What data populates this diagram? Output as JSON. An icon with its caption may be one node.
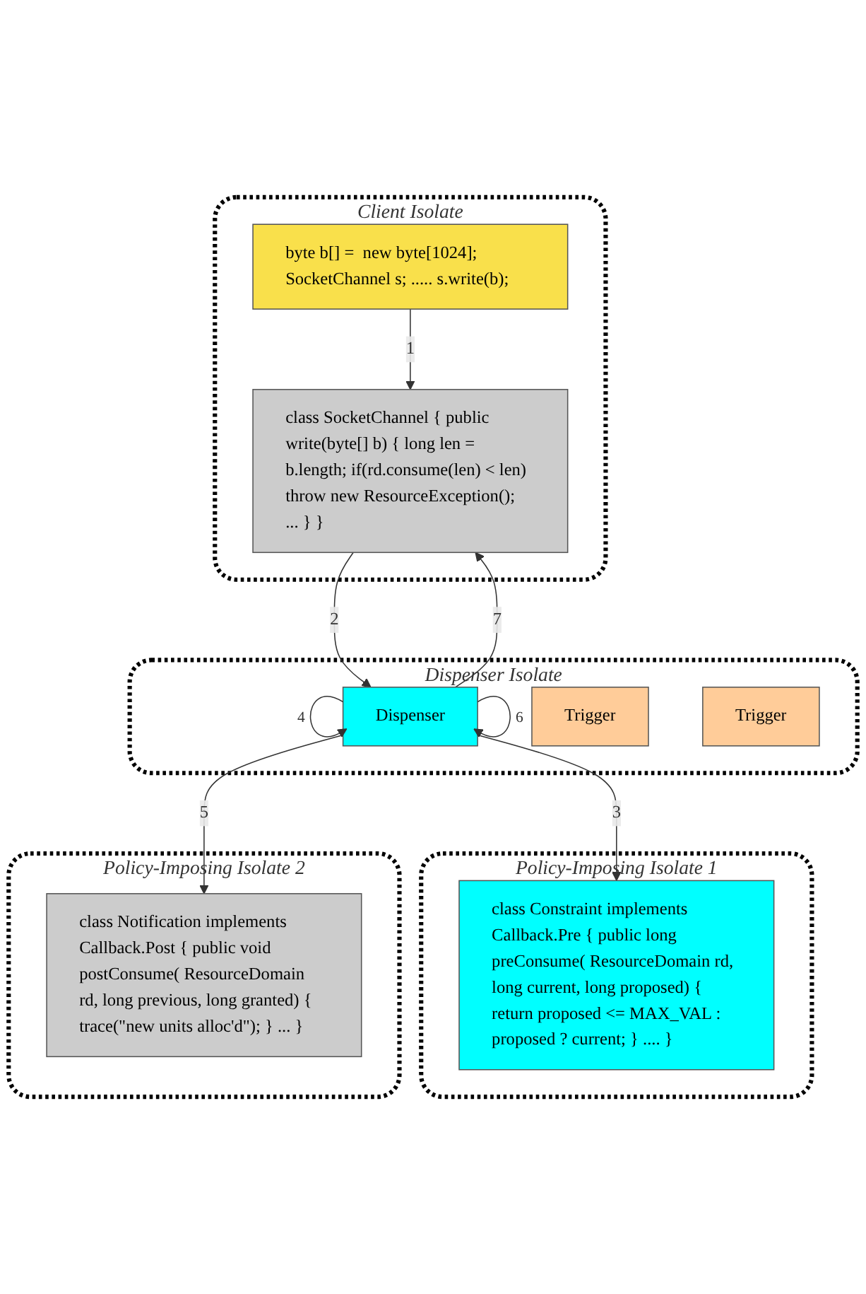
{
  "diagram": {
    "nodes": [
      {
        "text": [
          "Client Isolate"
        ]
      },
      {
        "text": [
          "byte b[] =  new byte[1024]; SocketChannel s; ..... s.write(b);"
        ],
        "in": 0
      },
      {
        "text": [
          "class SocketChannel { public write(byte[] b) { long len = b.length; if(rd.consume(len) < len) throw new ResourceException(); ... } }"
        ],
        "in": 0
      },
      {
        "text": [
          "Dispenser Isolate"
        ]
      },
      {
        "text": [
          "Dispenser"
        ],
        "in": 3
      },
      {
        "text": [
          "Trigger"
        ],
        "in": 3
      },
      {
        "text": [
          "Trigger"
        ],
        "in": 3
      },
      {
        "text": [
          "Policy-Imposing Isolate 1"
        ]
      },
      {
        "text": [
          "class Constraint implements Callback.Pre { public long preConsume( ResourceDomain rd, long current, long proposed) { return proposed <= MAX_VAL : proposed ? current; } .... }"
        ],
        "in": 7
      },
      {
        "text": [
          "Policy-Imposing Isolate 2"
        ]
      },
      {
        "text": [
          "class Notification implements  Callback.Post { public void postConsume( ResourceDomain rd, long previous, long granted) { trace(\"new units alloc'd\"); } ... }"
        ],
        "in": 9
      }
    ],
    "edges": [
      {
        "from": 1,
        "to": 2,
        "arrow": "to",
        "label": "1"
      },
      {
        "from": 2,
        "to": 4,
        "arrow": "to",
        "label": "2"
      },
      {
        "from": 4,
        "to": 8,
        "arrow": "to",
        "label": "3"
      },
      {
        "from": 4,
        "to": 4,
        "arrow": "to",
        "label": "4"
      },
      {
        "from": 4,
        "to": 10,
        "arrow": "to",
        "label": "5"
      },
      {
        "from": 4,
        "to": 4,
        "arrow": "to",
        "label": "6"
      },
      {
        "from": 4,
        "to": 2,
        "arrow": "to",
        "label": "7"
      }
    ]
  }
}
